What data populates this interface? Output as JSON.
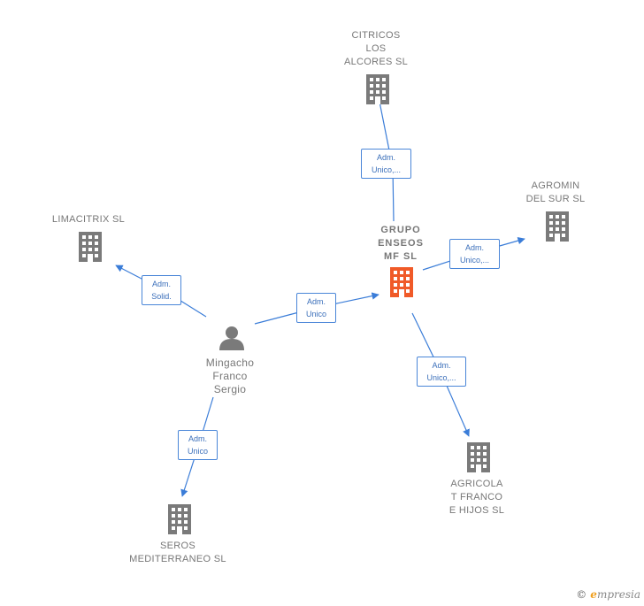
{
  "colors": {
    "edge": "#3b7dd8",
    "building": "#7a7a7a",
    "building_main": "#f05a28",
    "person": "#7a7a7a",
    "label": "#777777"
  },
  "nodes": {
    "citricos": {
      "label": "CITRICOS\nLOS\nALCORES  SL",
      "icon": "building-icon"
    },
    "agromin": {
      "label": "AGROMIN\nDEL SUR  SL",
      "icon": "building-icon"
    },
    "limacitrix": {
      "label": "LIMACITRIX  SL",
      "icon": "building-icon"
    },
    "grupo": {
      "label": "GRUPO\nENSEOS\nMF  SL",
      "icon": "building-icon"
    },
    "mingacho": {
      "label": "Mingacho\nFranco\nSergio",
      "icon": "person-icon"
    },
    "agricola": {
      "label": "AGRICOLA\nT FRANCO\nE HIJOS SL",
      "icon": "building-icon"
    },
    "seros": {
      "label": "SEROS\nMEDITERRANEO SL",
      "icon": "building-icon"
    }
  },
  "edges": {
    "grupo_citricos": "Adm.\nUnico,...",
    "grupo_agromin": "Adm.\nUnico,...",
    "mingacho_limacitrix": "Adm.\nSolid.",
    "mingacho_grupo": "Adm.\nUnico",
    "grupo_agricola": "Adm.\nUnico,...",
    "mingacho_seros": "Adm.\nUnico"
  },
  "footer": {
    "copyright": "©",
    "brand_initial": "e",
    "brand_rest": "mpresia"
  }
}
